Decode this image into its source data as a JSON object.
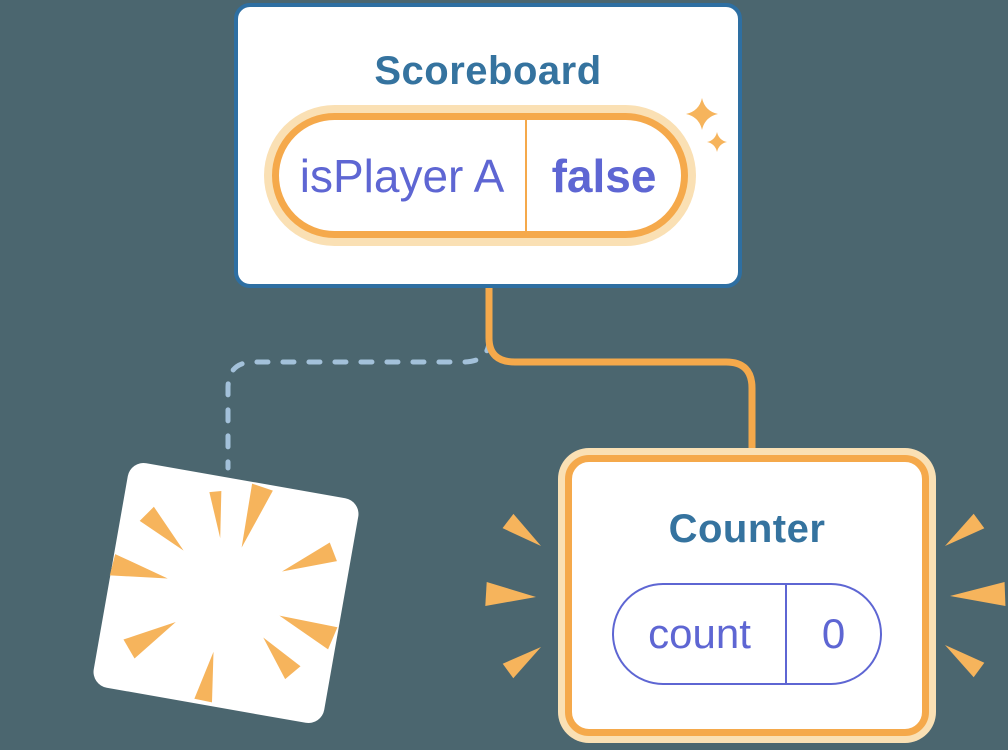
{
  "background_color": "#4B666F",
  "colors": {
    "orange": "#F5A94B",
    "orange_halo": "#FAE0B4",
    "orange_rays": "#F6B45C",
    "card_border_blue": "#2E6FA2",
    "title_blue": "#35739F",
    "state_purple": "#5E66D3",
    "dashed_line_blue": "#A3C1DA",
    "card_background": "#FFFFFF"
  },
  "scoreboard_card": {
    "title": "Scoreboard",
    "state_pill": {
      "name": "isPlayer A",
      "value": "false"
    },
    "icon": "sparkle-icon"
  },
  "counter_card": {
    "title": "Counter",
    "state_pill": {
      "name": "count",
      "value": "0"
    },
    "icon": "emphasis-rays-icon"
  },
  "destroyed_component": {
    "icon": "poof-icon"
  }
}
